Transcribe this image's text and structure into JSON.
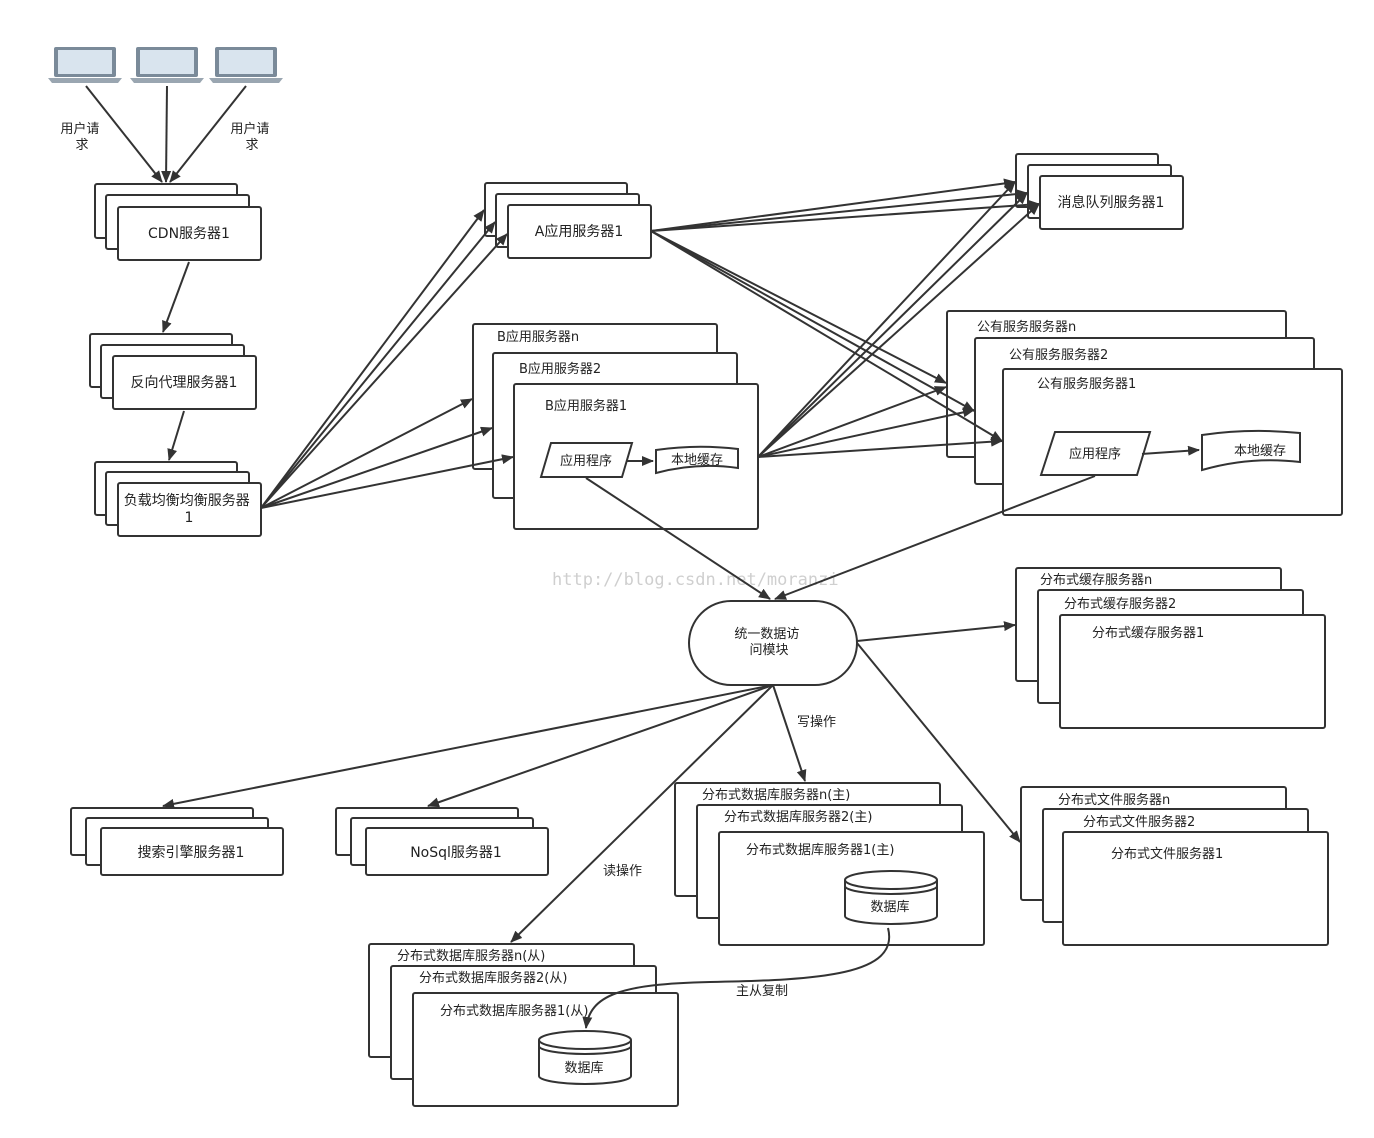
{
  "labels": {
    "user_request_left": [
      "用户请",
      "求"
    ],
    "user_request_right": [
      "用户请",
      "求"
    ],
    "cdn": "CDN服务器1",
    "reverse_proxy": "反向代理服务器1",
    "load_balancer": [
      "负载均衡均衡服务器",
      "1"
    ],
    "app_a": "A应用服务器1",
    "app_b_n": "B应用服务器n",
    "app_b_2": "B应用服务器2",
    "app_b_1": "B应用服务器1",
    "app_program": "应用程序",
    "local_cache": "本地缓存",
    "mq": "消息队列服务器1",
    "public_n": "公有服务服务器n",
    "public_2": "公有服务服务器2",
    "public_1": "公有服务服务器1",
    "unified_data": [
      "统一数据访",
      "问模块"
    ],
    "dist_cache_n": "分布式缓存服务器n",
    "dist_cache_2": "分布式缓存服务器2",
    "dist_cache_1": "分布式缓存服务器1",
    "search": "搜索引擎服务器1",
    "nosql": "NoSql服务器1",
    "write_op": "写操作",
    "read_op": "读操作",
    "db_master_n": "分布式数据库服务器n(主)",
    "db_master_2": "分布式数据库服务器2(主)",
    "db_master_1": "分布式数据库服务器1(主)",
    "database": "数据库",
    "dist_file_n": "分布式文件服务器n",
    "dist_file_2": "分布式文件服务器2",
    "dist_file_1": "分布式文件服务器1",
    "db_slave_n": "分布式数据库服务器n(从)",
    "db_slave_2": "分布式数据库服务器2(从)",
    "db_slave_1": "分布式数据库服务器1(从)",
    "replication": "主从复制",
    "watermark": "http://blog.csdn.net/moranzi"
  },
  "icons": [
    "laptop-icon",
    "laptop-icon",
    "laptop-icon",
    "database-icon",
    "database-icon"
  ],
  "colors": {
    "stroke": "#333333",
    "laptop_body": "#7a8a99",
    "laptop_screen": "#d9e4ee",
    "watermark": "#cfcfcf"
  }
}
